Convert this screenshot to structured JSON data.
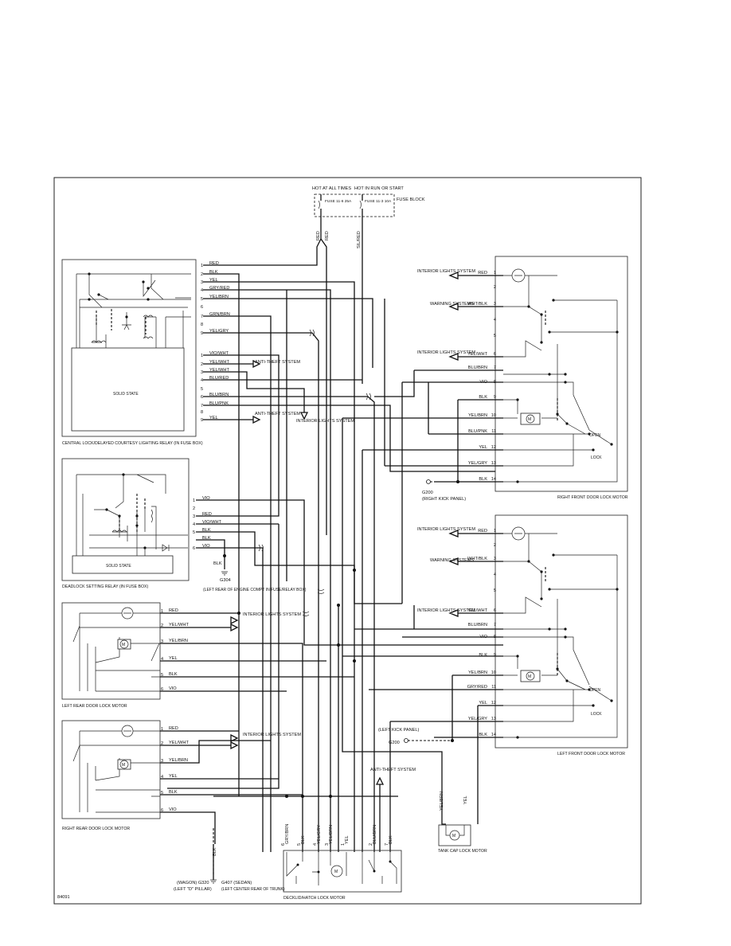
{
  "figure_id": "84091",
  "fuse_block": {
    "hot_always": "HOT AT ALL TIMES",
    "hot_run": "HOT IN RUN OR START",
    "fuse_a": "FUSE 11-6 25A",
    "fuse_b": "FUSE 11-3 10A",
    "block_label": "FUSE BLOCK",
    "wire_a1": "RED",
    "wire_a2": "RED",
    "wire_b": "SIL/RED"
  },
  "central_relay": {
    "label": "CENTRAL LOCK/DELAYED COURTESY LIGHTING RELAY (IN FUSE BOX)",
    "solid_state": "SOLID STATE",
    "pins": [
      {
        "n": "1",
        "wire": "RED"
      },
      {
        "n": "2",
        "wire": "BLK"
      },
      {
        "n": "3",
        "wire": "YEL"
      },
      {
        "n": "4",
        "wire": "GRY/RED"
      },
      {
        "n": "5",
        "wire": "YEL/BRN"
      },
      {
        "n": "6",
        "wire": ""
      },
      {
        "n": "7",
        "wire": "GRN/BRN"
      },
      {
        "n": "8",
        "wire": ""
      },
      {
        "n": "9",
        "wire": "YEL/GRY"
      },
      {
        "n": "1",
        "wire": "VIO/WHT"
      },
      {
        "n": "2",
        "wire": "YEL/WHT"
      },
      {
        "n": "3",
        "wire": "YEL/WHT"
      },
      {
        "n": "4",
        "wire": "BLU/RED"
      },
      {
        "n": "5",
        "wire": ""
      },
      {
        "n": "6",
        "wire": "BLU/BRN"
      },
      {
        "n": "7",
        "wire": "BLU/PNK"
      },
      {
        "n": "8",
        "wire": ""
      },
      {
        "n": "9",
        "wire": "YEL"
      }
    ]
  },
  "anti_theft_1": "ANTI-THEFT SYSTEM",
  "anti_theft_2": "ANTI-THEFT SYSTEM",
  "anti_theft_3": "ANTI-THEFT SYSTEM",
  "interior_mid": "INTERIOR LIGHTS SYSTEM",
  "deadlock_relay": {
    "label": "DEADLOCK SETTING RELAY (IN FUSE BOX)",
    "solid_state": "SOLID STATE",
    "pins": [
      {
        "n": "1",
        "wire": "VIO"
      },
      {
        "n": "2",
        "wire": ""
      },
      {
        "n": "3",
        "wire": "RED"
      },
      {
        "n": "4",
        "wire": "VIO/WHT"
      },
      {
        "n": "5",
        "wire": "BLK"
      },
      {
        "n": "",
        "wire": "BLK"
      },
      {
        "n": "6",
        "wire": "VIO"
      }
    ]
  },
  "ground_g304": {
    "wire": "BLK",
    "id": "G304",
    "desc": "(LEFT REAR OF ENGINE COMPT IN FUSE/RELAY BOX)"
  },
  "left_rear_door": {
    "label": "LEFT REAR DOOR LOCK MOTOR",
    "pins": [
      {
        "n": "1",
        "wire": "RED"
      },
      {
        "n": "2",
        "wire": "YEL/WHT"
      },
      {
        "n": "3",
        "wire": "YEL/BRN"
      },
      {
        "n": "4",
        "wire": "YEL"
      },
      {
        "n": "5",
        "wire": "BLK"
      },
      {
        "n": "6",
        "wire": "VIO"
      }
    ],
    "interior": "INTERIOR LIGHTS SYSTEM"
  },
  "right_rear_door": {
    "label": "RIGHT REAR DOOR LOCK MOTOR",
    "pins": [
      {
        "n": "1",
        "wire": "RED"
      },
      {
        "n": "2",
        "wire": "YEL/WHT"
      },
      {
        "n": "3",
        "wire": "YEL/BRN"
      },
      {
        "n": "4",
        "wire": "YEL"
      },
      {
        "n": "5",
        "wire": "BLK"
      },
      {
        "n": "6",
        "wire": "VIO"
      }
    ],
    "interior": "INTERIOR LIGHTS SYSTEM"
  },
  "right_front_door": {
    "label": "RIGHT FRONT DOOR LOCK MOTOR",
    "pins": [
      {
        "n": "1",
        "wire": "RED"
      },
      {
        "n": "2",
        "wire": ""
      },
      {
        "n": "3",
        "wire": "WHT/BLK"
      },
      {
        "n": "4",
        "wire": ""
      },
      {
        "n": "5",
        "wire": ""
      },
      {
        "n": "6",
        "wire": "YEL/WHT"
      },
      {
        "n": "7",
        "wire": "BLU/BRN"
      },
      {
        "n": "8",
        "wire": "VIO"
      },
      {
        "n": "9",
        "wire": "BLK"
      },
      {
        "n": "10",
        "wire": "YEL/BRN"
      },
      {
        "n": "11",
        "wire": "BLU/PNK"
      },
      {
        "n": "12",
        "wire": "YEL"
      },
      {
        "n": "13",
        "wire": "YEL/GRY"
      },
      {
        "n": "14",
        "wire": "BLK"
      }
    ],
    "interior": "INTERIOR LIGHTS SYSTEM",
    "warning": "WARNING SYSTEMS",
    "interior2": "INTERIOR LIGHTS SYSTEM",
    "open": "OPEN",
    "lock": "LOCK",
    "ground_id": "G200",
    "ground_desc": "(RIGHT KICK PANEL)"
  },
  "left_front_door": {
    "label": "LEFT FRONT DOOR LOCK MOTOR",
    "pins": [
      {
        "n": "1",
        "wire": "RED"
      },
      {
        "n": "2",
        "wire": ""
      },
      {
        "n": "3",
        "wire": "WHT/BLK"
      },
      {
        "n": "4",
        "wire": ""
      },
      {
        "n": "5",
        "wire": ""
      },
      {
        "n": "6",
        "wire": "YEL/WHT"
      },
      {
        "n": "7",
        "wire": "BLU/BRN"
      },
      {
        "n": "8",
        "wire": "VIO"
      },
      {
        "n": "9",
        "wire": "BLK"
      },
      {
        "n": "10",
        "wire": "YEL/BRN"
      },
      {
        "n": "11",
        "wire": "GRY/RED"
      },
      {
        "n": "12",
        "wire": "YEL"
      },
      {
        "n": "13",
        "wire": "YEL/GRY"
      },
      {
        "n": "14",
        "wire": "BLK"
      }
    ],
    "interior": "INTERIOR LIGHTS SYSTEM",
    "warning": "WARNING SYSTEMS",
    "interior2": "INTERIOR LIGHTS SYSTEM",
    "open": "OPEN",
    "lock": "LOCK",
    "ground_id": "G200",
    "ground_desc": "(LEFT KICK PANEL)"
  },
  "tank_cap": {
    "label": "TANK CAP LOCK MOTOR",
    "wire1": "YEL/BRN",
    "wire2": "YEL"
  },
  "decklid": {
    "label": "DECKLID/HATCH LOCK MOTOR",
    "pins": [
      {
        "n": "6",
        "wire": "GRY/BRN"
      },
      {
        "n": "5",
        "wire": "BLK"
      },
      {
        "n": "4",
        "wire": "YEL/GRY"
      },
      {
        "n": "3",
        "wire": "YEL/BRN"
      },
      {
        "n": "1",
        "wire": "YEL"
      },
      {
        "n": "2",
        "wire": "BLU/BRN"
      },
      {
        "n": "7",
        "wire": "BLK"
      }
    ]
  },
  "ground_bottom": {
    "wire": "BLK",
    "wagon": "(WAGON) G320",
    "wagon_desc": "(LEFT \"D\" PILLAR)",
    "sedan": "G407 (SEDAN)",
    "sedan_desc": "(LEFT CENTER REAR OF TRUNK)"
  }
}
